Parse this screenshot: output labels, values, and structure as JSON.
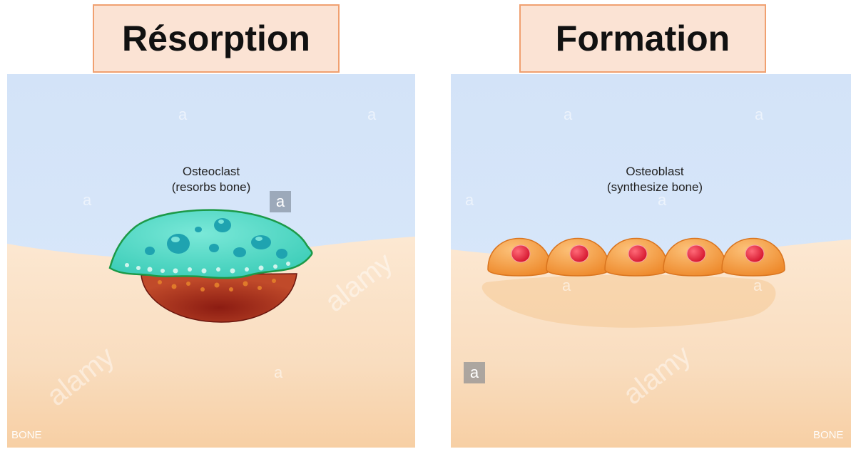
{
  "titles": {
    "left": "Résorption",
    "right": "Formation"
  },
  "left_panel": {
    "cell_name": "Osteoclast",
    "cell_caption": "(resorbs bone)",
    "bone_label": "BONE"
  },
  "right_panel": {
    "cell_name": "Osteoblast",
    "cell_caption": "(synthesize bone)",
    "bone_label": "BONE"
  },
  "watermark": {
    "letter": "a",
    "brand": "alamy"
  },
  "colors": {
    "sky": "#d6e6fa",
    "bone": "#fbe2c6",
    "osteoclast": "#5fdcc8",
    "resorption_pit": "#a82a1c",
    "osteoblast": "#f7a24a",
    "nucleus": "#e8283c",
    "title_bg": "#fbe3d4",
    "title_border": "#f0a070"
  },
  "osteoblast_count": 5
}
